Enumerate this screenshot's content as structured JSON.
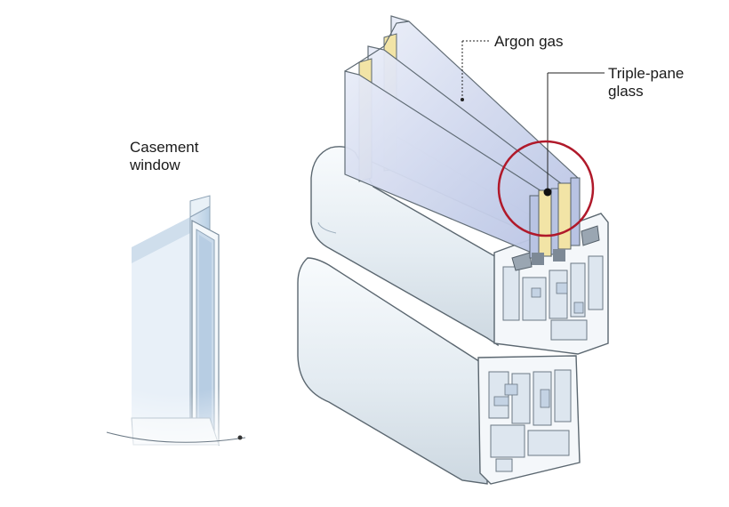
{
  "labels": {
    "casement": {
      "line1": "Casement",
      "line2": "window"
    },
    "argon": {
      "text": "Argon gas"
    },
    "triple_pane": {
      "line1": "Triple-pane",
      "line2": "glass"
    }
  },
  "colors": {
    "frame_fill": "#e6eef3",
    "frame_highlight": "#f7fafc",
    "frame_stroke": "#5b6770",
    "glass": "#c9d2ec",
    "glass_light": "#e4e8f6",
    "spacer": "#f2e4a6",
    "callout_circle": "#b0192a",
    "leader": "#222222"
  },
  "icons": [
    "casement-window-illustration",
    "window-frame-cross-section",
    "magnify-circle"
  ]
}
